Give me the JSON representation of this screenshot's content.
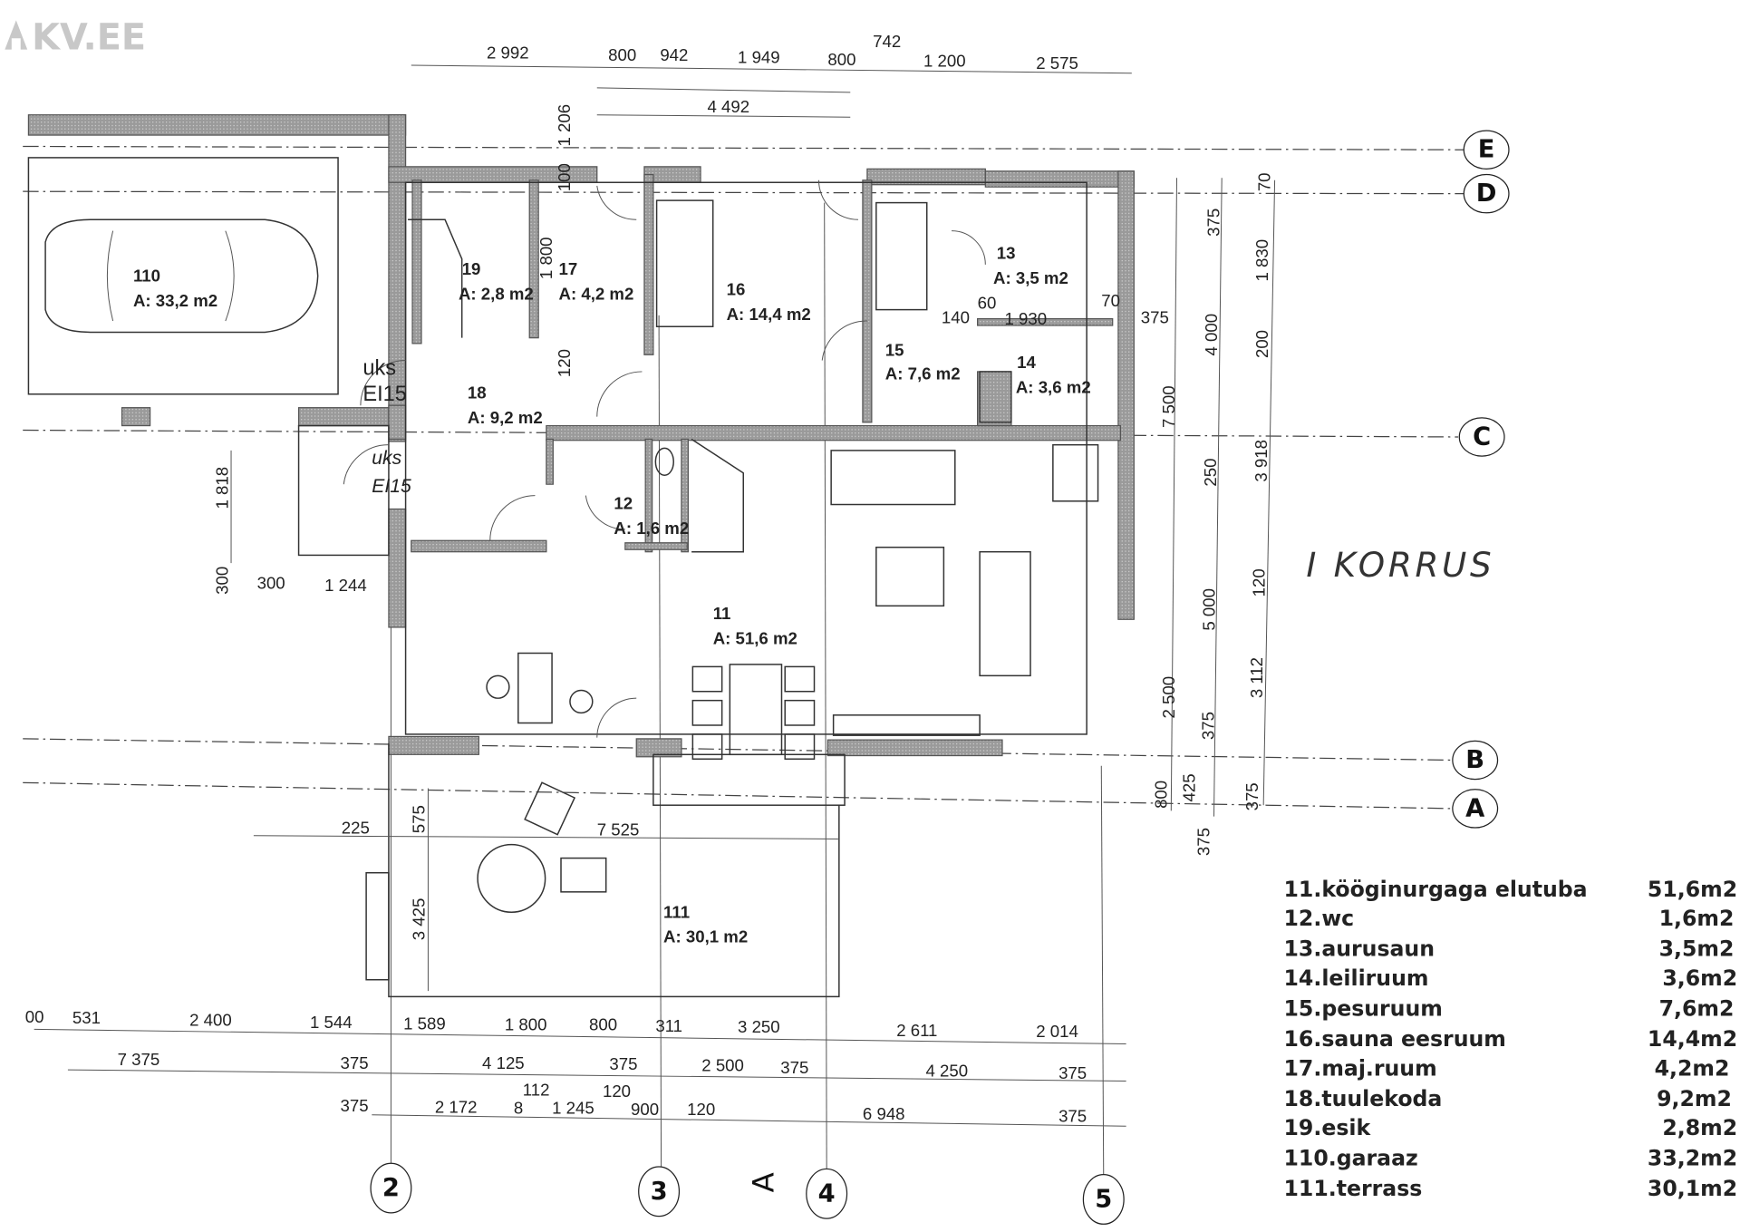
{
  "logo": "KV.EE",
  "floor_title": "I KORRUS",
  "grid_axes": {
    "rows": [
      "E",
      "D",
      "C",
      "B",
      "A"
    ],
    "columns": [
      "2",
      "3",
      "4",
      "5"
    ],
    "section_mark": "A"
  },
  "rooms": [
    {
      "number": "110",
      "area": "A: 33,2 m2"
    },
    {
      "number": "19",
      "area": "A: 2,8 m2"
    },
    {
      "number": "17",
      "area": "A: 4,2 m2"
    },
    {
      "number": "16",
      "area": "A: 14,4 m2"
    },
    {
      "number": "13",
      "area": "A: 3,5 m2"
    },
    {
      "number": "15",
      "area": "A: 7,6 m2"
    },
    {
      "number": "14",
      "area": "A: 3,6 m2"
    },
    {
      "number": "18",
      "area": "A: 9,2 m2"
    },
    {
      "number": "12",
      "area": "A: 1,6 m2"
    },
    {
      "number": "11",
      "area": "A: 51,6 m2"
    },
    {
      "number": "111",
      "area": "A: 30,1 m2"
    }
  ],
  "door_labels": {
    "door1_line1": "uks",
    "door1_line2": "EI15",
    "door2_line1": "uks",
    "door2_line2": "EI15"
  },
  "dimensions": {
    "top": [
      "2 992",
      "800",
      "942",
      "1 949",
      "800",
      "742",
      "1 200",
      "2 575",
      "4 492"
    ],
    "top_vertical": [
      "1 206",
      "100",
      "1 800",
      "120"
    ],
    "interior": [
      "60",
      "140",
      "1 930",
      "70",
      "375"
    ],
    "right_col1": [
      "7 500",
      "2 500",
      "800"
    ],
    "right_col2": [
      "375",
      "4 000",
      "250",
      "5 000",
      "375",
      "425",
      "375"
    ],
    "right_col3": [
      "70",
      "1 830",
      "200",
      "3 918",
      "120",
      "3 112",
      "375"
    ],
    "left": [
      "1 818",
      "300",
      "300",
      "1 244",
      "225",
      "575",
      "7 525",
      "3 425"
    ],
    "bottom_row1": [
      "00",
      "531",
      "2 400",
      "1 544",
      "1 589",
      "1 800",
      "800",
      "311",
      "3 250",
      "2 611",
      "2 014"
    ],
    "bottom_row2": [
      "7 375",
      "375",
      "4 125",
      "375",
      "2 500",
      "375",
      "4 250",
      "375"
    ],
    "bottom_row3": [
      "112",
      "120",
      "375",
      "2 172",
      "8",
      "1 245",
      "900",
      "120",
      "6 948",
      "375"
    ]
  },
  "legend": [
    {
      "name": "11.kööginurgaga elutuba",
      "area": "51,6m2"
    },
    {
      "name": "12.wc",
      "area": "1,6m2"
    },
    {
      "name": "13.aurusaun",
      "area": "3,5m2"
    },
    {
      "name": "14.leiliruum",
      "area": "3,6m2"
    },
    {
      "name": "15.pesuruum",
      "area": "7,6m2"
    },
    {
      "name": "16.sauna eesruum",
      "area": "14,4m2"
    },
    {
      "name": "17.maj.ruum",
      "area": "4,2m2"
    },
    {
      "name": "18.tuulekoda",
      "area": "9,2m2"
    },
    {
      "name": "19.esik",
      "area": "2,8m2"
    },
    {
      "name": "110.garaaz",
      "area": "33,2m2"
    },
    {
      "name": "111.terrass",
      "area": "30,1m2"
    }
  ]
}
